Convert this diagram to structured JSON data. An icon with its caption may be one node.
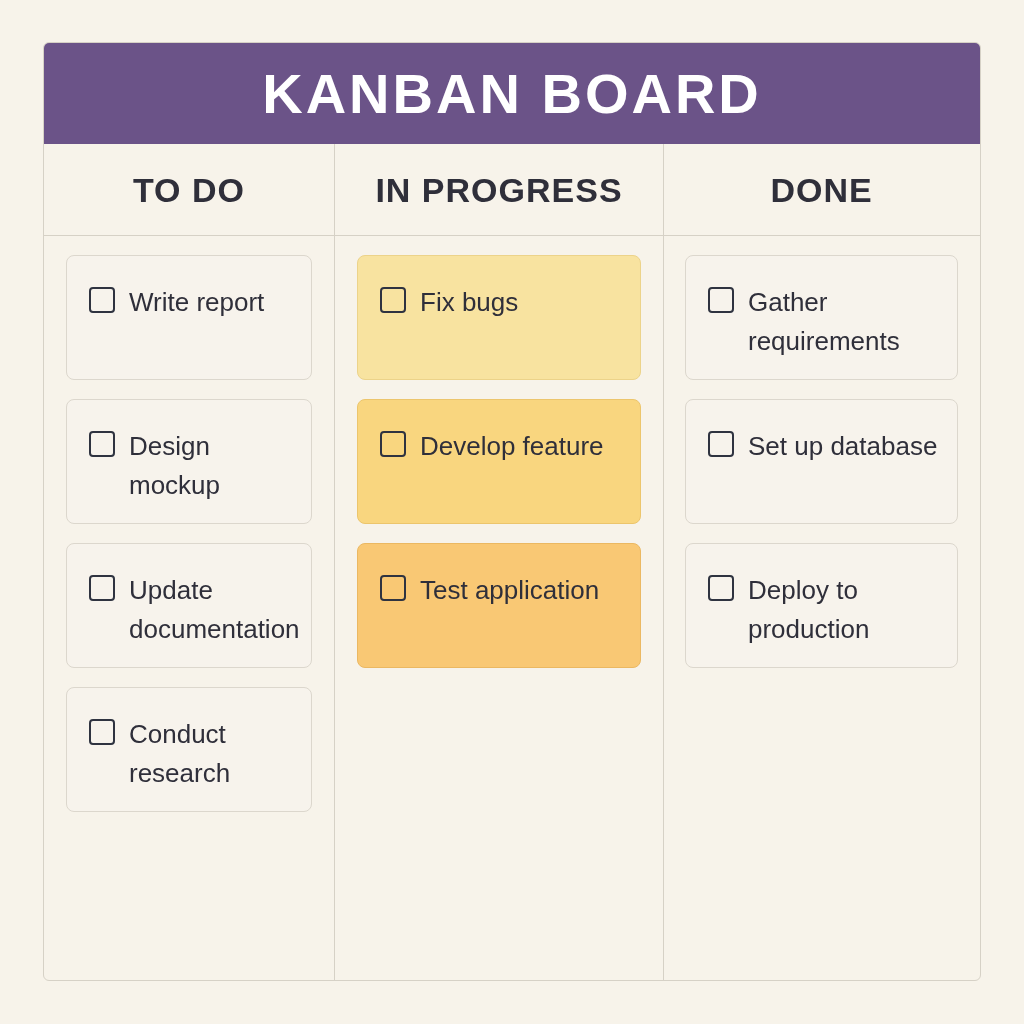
{
  "diagram": {
    "title": "KANBAN BOARD",
    "nodes": [
      {
        "text": [
          "TO DO"
        ]
      },
      {
        "text": [
          "IN PROGRESS"
        ]
      },
      {
        "text": [
          "DONE"
        ]
      },
      {
        "text": [
          "Write report"
        ],
        "in": 0
      },
      {
        "text": [
          "Design mockup"
        ],
        "in": 0
      },
      {
        "text": [
          "Update documentation"
        ],
        "in": 0
      },
      {
        "text": [
          "Conduct research"
        ],
        "in": 0
      },
      {
        "text": [
          "Fix bugs"
        ],
        "in": 1
      },
      {
        "text": [
          "Develop feature"
        ],
        "in": 1
      },
      {
        "text": [
          "Test application"
        ],
        "in": 1
      },
      {
        "text": [
          "Gather requirements"
        ],
        "in": 2
      },
      {
        "text": [
          "Set up database"
        ],
        "in": 2
      },
      {
        "text": [
          "Deploy to production"
        ],
        "in": 2
      }
    ]
  }
}
